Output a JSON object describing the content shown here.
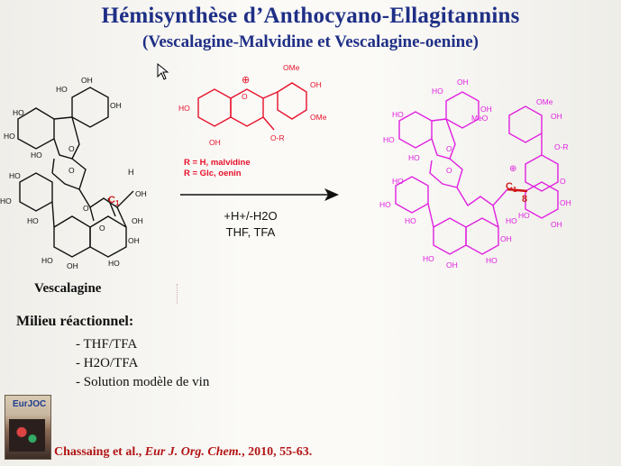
{
  "slide": {
    "title": "Hémisynthèse d’Anthocyano-Ellagitannins",
    "subtitle": "(Vescalagine-Malvidine et Vescalagine-oenine)"
  },
  "reactant_left": {
    "name": "Vescalagine",
    "atom_label": "C",
    "atom_sub": "1",
    "h_label": "H"
  },
  "anthocyanin": {
    "ome": "OMe",
    "oh": "OH",
    "ho": "HO",
    "or": "O-R",
    "plus": "⊕",
    "r_line1": "R = H, malvidine",
    "r_line2": "R = Glc, oenin"
  },
  "conditions": {
    "line1": "+H+/-H2O",
    "line2": "THF, TFA"
  },
  "product": {
    "atom_label": "C",
    "atom_sub": "1",
    "pos_label": "8",
    "meo": "MeO",
    "ome": "OMe",
    "or": "O-R",
    "plus": "⊕"
  },
  "milieu": {
    "heading": "Milieu réactionnel:",
    "items": [
      "- THF/TFA",
      "- H2O/TFA",
      "- Solution modèle de vin"
    ]
  },
  "citation": {
    "authors": "Chassaing et al., ",
    "journal": "Eur J. Org. Chem.",
    "rest": ", 2010, 55-63."
  },
  "cover": {
    "logo": "EurJOC"
  },
  "colors": {
    "title": "#1f2f86",
    "anthocyanin": "#e8102a",
    "product": "#e020e0",
    "citation": "#b21515"
  }
}
